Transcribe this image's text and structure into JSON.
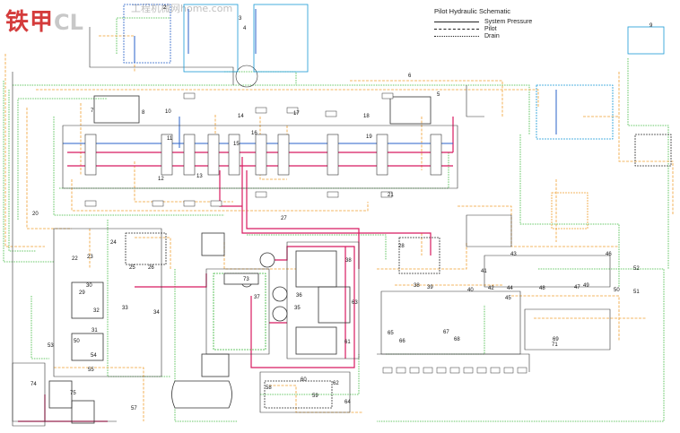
{
  "watermark": {
    "brand_cn": "铁甲",
    "brand_en": "CL",
    "site_cn": "工程机械网",
    "site_en": "home.com"
  },
  "legend": {
    "title": "Pilot Hydraulic Schematic",
    "system_pressure": "System Pressure",
    "pilot": "Pilot",
    "drain": "Drain"
  },
  "callouts": [
    {
      "id": "c2",
      "n": "2"
    },
    {
      "id": "c3",
      "n": "3"
    },
    {
      "id": "c4",
      "n": "4"
    },
    {
      "id": "c5",
      "n": "5"
    },
    {
      "id": "c6",
      "n": "6"
    },
    {
      "id": "c7",
      "n": "7"
    },
    {
      "id": "c8",
      "n": "8"
    },
    {
      "id": "c9",
      "n": "9"
    },
    {
      "id": "c10",
      "n": "10"
    },
    {
      "id": "c11",
      "n": "11"
    },
    {
      "id": "c12",
      "n": "12"
    },
    {
      "id": "c13",
      "n": "13"
    },
    {
      "id": "c14",
      "n": "14"
    },
    {
      "id": "c15",
      "n": "15"
    },
    {
      "id": "c16",
      "n": "16"
    },
    {
      "id": "c17",
      "n": "17"
    },
    {
      "id": "c18",
      "n": "18"
    },
    {
      "id": "c19",
      "n": "19"
    },
    {
      "id": "c20",
      "n": "20"
    },
    {
      "id": "c21",
      "n": "21"
    },
    {
      "id": "c22",
      "n": "22"
    },
    {
      "id": "c23",
      "n": "23"
    },
    {
      "id": "c24",
      "n": "24"
    },
    {
      "id": "c25",
      "n": "25"
    },
    {
      "id": "c26",
      "n": "26"
    },
    {
      "id": "c27",
      "n": "27"
    },
    {
      "id": "c28",
      "n": "28"
    },
    {
      "id": "c29",
      "n": "29"
    },
    {
      "id": "c30",
      "n": "30"
    },
    {
      "id": "c31",
      "n": "31"
    },
    {
      "id": "c32",
      "n": "32"
    },
    {
      "id": "c33",
      "n": "33"
    },
    {
      "id": "c34",
      "n": "34"
    },
    {
      "id": "c35",
      "n": "35"
    },
    {
      "id": "c36",
      "n": "36"
    },
    {
      "id": "c37",
      "n": "37"
    },
    {
      "id": "c38a",
      "n": "38"
    },
    {
      "id": "c38b",
      "n": "38"
    },
    {
      "id": "c39",
      "n": "39"
    },
    {
      "id": "c40",
      "n": "40"
    },
    {
      "id": "c41",
      "n": "41"
    },
    {
      "id": "c42",
      "n": "42"
    },
    {
      "id": "c43",
      "n": "43"
    },
    {
      "id": "c44",
      "n": "44"
    },
    {
      "id": "c45",
      "n": "45"
    },
    {
      "id": "c46",
      "n": "46"
    },
    {
      "id": "c47",
      "n": "47"
    },
    {
      "id": "c48",
      "n": "48"
    },
    {
      "id": "c49",
      "n": "49"
    },
    {
      "id": "c50",
      "n": "50"
    },
    {
      "id": "c51",
      "n": "51"
    },
    {
      "id": "c52",
      "n": "52"
    },
    {
      "id": "c53",
      "n": "53"
    },
    {
      "id": "c54",
      "n": "54"
    },
    {
      "id": "c55",
      "n": "55"
    },
    {
      "id": "c57",
      "n": "57"
    },
    {
      "id": "c58",
      "n": "58"
    },
    {
      "id": "c59",
      "n": "59"
    },
    {
      "id": "c60",
      "n": "60"
    },
    {
      "id": "c61",
      "n": "61"
    },
    {
      "id": "c62",
      "n": "62"
    },
    {
      "id": "c63",
      "n": "63"
    },
    {
      "id": "c64",
      "n": "64"
    },
    {
      "id": "c65",
      "n": "65"
    },
    {
      "id": "c66",
      "n": "66"
    },
    {
      "id": "c67",
      "n": "67"
    },
    {
      "id": "c68",
      "n": "68"
    },
    {
      "id": "c69",
      "n": "69"
    },
    {
      "id": "c71",
      "n": "71"
    },
    {
      "id": "c73",
      "n": "73"
    },
    {
      "id": "c74",
      "n": "74"
    },
    {
      "id": "c75",
      "n": "75"
    },
    {
      "id": "c50b",
      "n": "50"
    }
  ],
  "colors": {
    "pressure": "#d81b60",
    "pilot": "#f0a030",
    "drain": "#36b536",
    "tank": "#2a62c8",
    "cyan_box": "#1a9ad6",
    "outline": "#333333"
  },
  "icons": [
    "valve-icon",
    "pump-icon",
    "cylinder-icon",
    "accumulator-icon",
    "filter-icon",
    "reservoir-icon"
  ]
}
